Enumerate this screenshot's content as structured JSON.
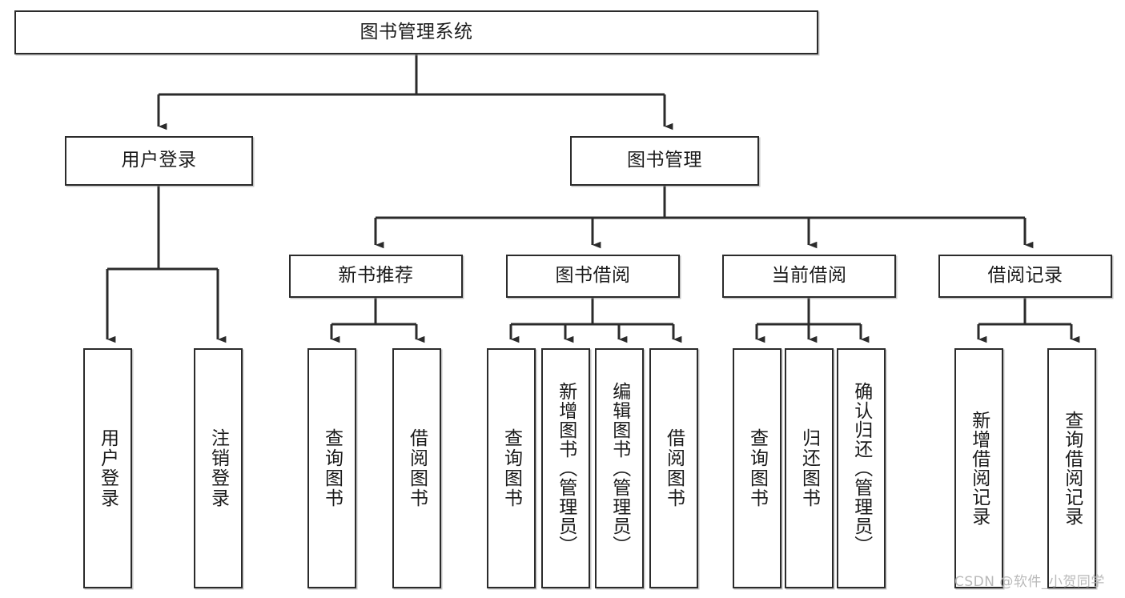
{
  "diagram": {
    "type": "hierarchy-tree",
    "title": "图书管理系统",
    "root": {
      "id": "root",
      "label": "图书管理系统"
    },
    "level2": [
      {
        "id": "user-login",
        "label": "用户登录"
      },
      {
        "id": "book-management",
        "label": "图书管理"
      }
    ],
    "level3": [
      {
        "id": "new-book-recommend",
        "label": "新书推荐",
        "parent": "book-management"
      },
      {
        "id": "book-borrow",
        "label": "图书借阅",
        "parent": "book-management"
      },
      {
        "id": "current-borrow",
        "label": "当前借阅",
        "parent": "book-management"
      },
      {
        "id": "borrow-record",
        "label": "借阅记录",
        "parent": "book-management"
      }
    ],
    "leaves": [
      {
        "id": "leaf-user-login",
        "label": "用户登录",
        "parent": "user-login"
      },
      {
        "id": "leaf-logout",
        "label": "注销登录",
        "parent": "user-login"
      },
      {
        "id": "leaf-query-book-1",
        "label": "查询图书",
        "parent": "new-book-recommend"
      },
      {
        "id": "leaf-borrow-book-1",
        "label": "借阅图书",
        "parent": "new-book-recommend"
      },
      {
        "id": "leaf-query-book-2",
        "label": "查询图书",
        "parent": "book-borrow"
      },
      {
        "id": "leaf-add-book",
        "label": "新增图书（管理员）",
        "parent": "book-borrow"
      },
      {
        "id": "leaf-edit-book",
        "label": "编辑图书（管理员）",
        "parent": "book-borrow"
      },
      {
        "id": "leaf-borrow-book-2",
        "label": "借阅图书",
        "parent": "book-borrow"
      },
      {
        "id": "leaf-query-book-3",
        "label": "查询图书",
        "parent": "current-borrow"
      },
      {
        "id": "leaf-return-book",
        "label": "归还图书",
        "parent": "current-borrow"
      },
      {
        "id": "leaf-confirm-return",
        "label": "确认归还（管理员）",
        "parent": "current-borrow"
      },
      {
        "id": "leaf-add-record",
        "label": "新增借阅记录",
        "parent": "borrow-record"
      },
      {
        "id": "leaf-query-record",
        "label": "查询借阅记录",
        "parent": "borrow-record"
      }
    ],
    "colors": {
      "box_border": "#2b2b2b",
      "box_fill": "#ffffff",
      "connector": "#2b2b2b",
      "text": "#1b1b1b",
      "watermark": "#b9b9b9",
      "background": "#ffffff"
    }
  },
  "watermark": {
    "text": "CSDN @软件_小贺同学"
  }
}
